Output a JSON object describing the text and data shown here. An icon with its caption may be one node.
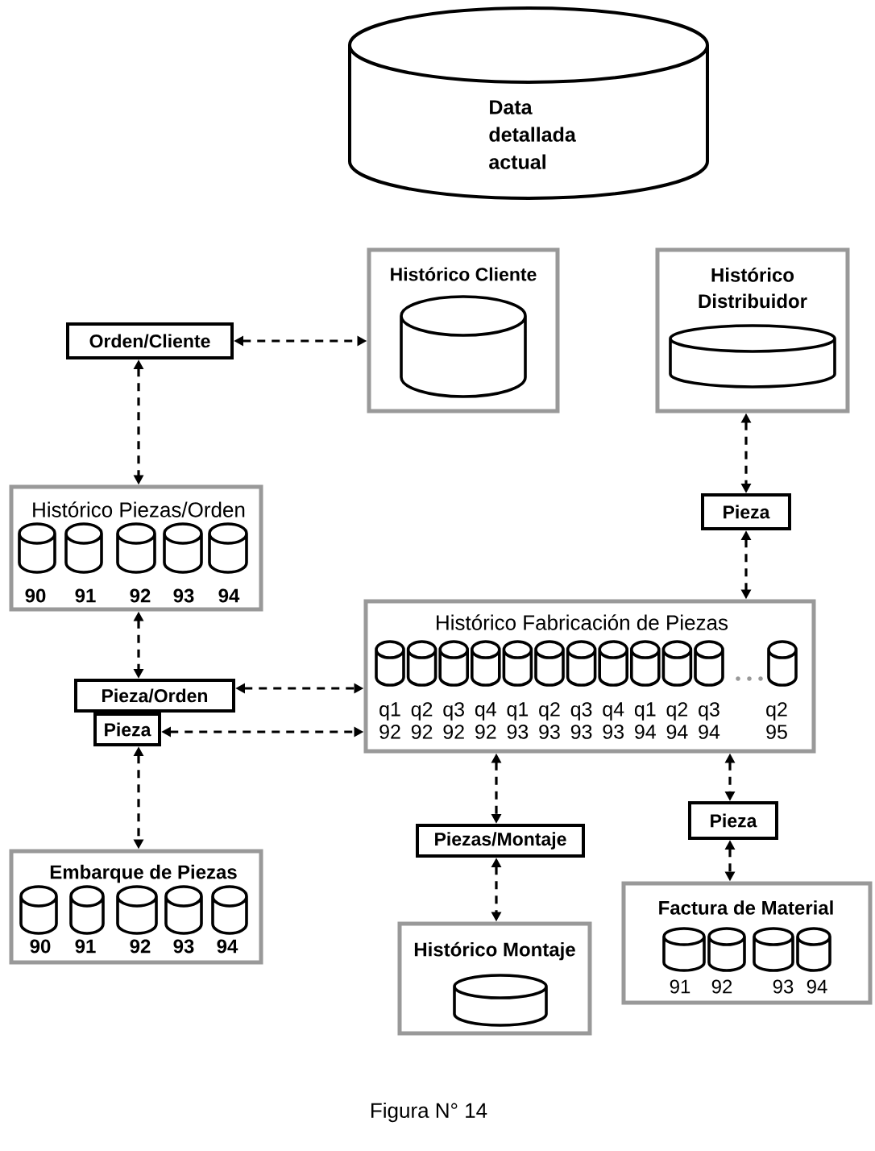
{
  "diagram": {
    "caption": "Figura N° 14",
    "nodes": [
      {
        "text": [
          "Data detallada actual"
        ]
      },
      {
        "text": [
          "Histórico Cliente"
        ]
      },
      {
        "text": [
          "Histórico Distribuidor"
        ]
      },
      {
        "text": [
          "Orden/Cliente"
        ]
      },
      {
        "text": [
          "Pieza"
        ]
      },
      {
        "text": [
          "Histórico Piezas/Orden",
          "90",
          "91",
          "92",
          "93",
          "94"
        ]
      },
      {
        "text": [
          "Histórico Fabricación de Piezas",
          "q1 92",
          "q2 92",
          "q3 92",
          "q4 92",
          "q1 93",
          "q2 93",
          "q3 93",
          "q4 93",
          "q1 94",
          "q2 94",
          "q3 94",
          "q2 95"
        ]
      },
      {
        "text": [
          "Pieza/Orden"
        ]
      },
      {
        "text": [
          "Pieza"
        ]
      },
      {
        "text": [
          "Pieza"
        ]
      },
      {
        "text": [
          "Piezas/Montaje"
        ]
      },
      {
        "text": [
          "Embarque de Piezas",
          "90",
          "91",
          "92",
          "93",
          "94"
        ]
      },
      {
        "text": [
          "Factura de Material",
          "91",
          "92",
          "93",
          "94"
        ]
      },
      {
        "text": [
          "Histórico Montaje"
        ]
      }
    ],
    "edges": [
      {
        "from": 3,
        "to": 1,
        "arrow": "both",
        "style": "dashed"
      },
      {
        "from": 3,
        "to": 5,
        "arrow": "both",
        "style": "dashed"
      },
      {
        "from": 2,
        "to": 4,
        "arrow": "both",
        "style": "dashed"
      },
      {
        "from": 4,
        "to": 6,
        "arrow": "both",
        "style": "dashed"
      },
      {
        "from": 5,
        "to": 7,
        "arrow": "both",
        "style": "dashed"
      },
      {
        "from": 7,
        "to": 6,
        "arrow": "both",
        "style": "dashed"
      },
      {
        "from": 8,
        "to": 6,
        "arrow": "both",
        "style": "dashed"
      },
      {
        "from": 8,
        "to": 11,
        "arrow": "both",
        "style": "dashed"
      },
      {
        "from": 6,
        "to": 10,
        "arrow": "both",
        "style": "dashed"
      },
      {
        "from": 10,
        "to": 13,
        "arrow": "both",
        "style": "dashed"
      },
      {
        "from": 6,
        "to": 9,
        "arrow": "both",
        "style": "dashed"
      },
      {
        "from": 9,
        "to": 12,
        "arrow": "both",
        "style": "dashed"
      }
    ]
  }
}
